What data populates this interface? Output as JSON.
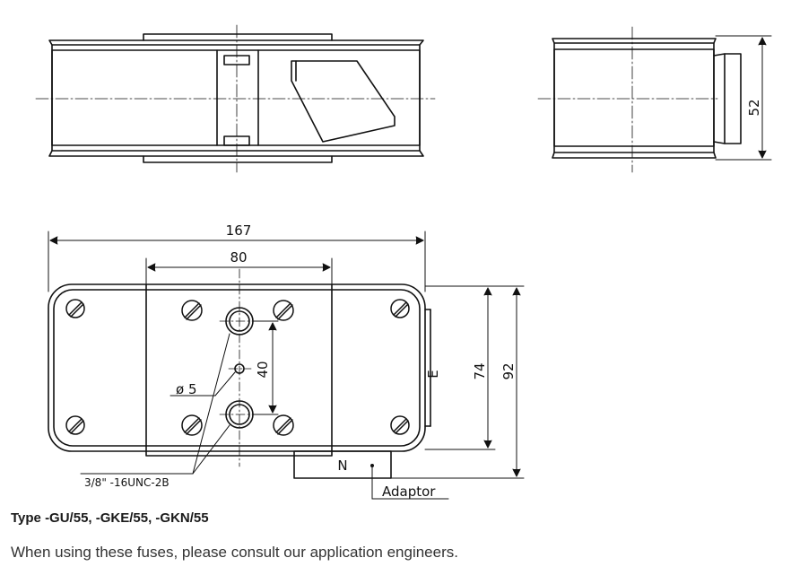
{
  "drawing": {
    "dimensions": {
      "height_side": "52",
      "length_total": "167",
      "bolt_spacing_horizontal": "80",
      "bolt_spacing_vertical": "40",
      "height_body": "74",
      "height_total": "92",
      "hole_diameter": "ø 5"
    },
    "labels": {
      "e_mark": "E",
      "n_mark": "N",
      "thread": "3/8\" -16UNC-2B",
      "adaptor": "Adaptor"
    }
  },
  "caption": {
    "title": "Type -GU/55, -GKE/55, -GKN/55",
    "note": "When using these fuses, please consult our application engineers."
  },
  "colors": {
    "line": "#111111",
    "caption_title": "#1a1a1a",
    "caption_note": "#333333"
  }
}
